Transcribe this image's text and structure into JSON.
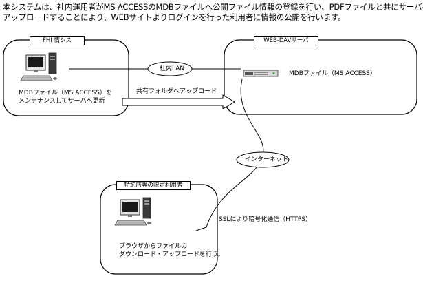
{
  "intro": {
    "line1": "本システムは、社内運用者がMS ACCESSのMDBファイルへ公開ファイル情報の登録を行い、PDFファイルと共にサーバへ",
    "line2": "アップロードすることにより、WEBサイトよりログインを行った利用者に情報の公開を行います。"
  },
  "fhi": {
    "title": "FHI 情シス",
    "desc_line1": "MDBファイル（MS ACCESS）を",
    "desc_line2": "メンテナンスしてサーバへ更新"
  },
  "server": {
    "title": "WEB-DAVサーバ",
    "mdb_label": "MDBファイル（MS ACCESS）"
  },
  "lan": {
    "label": "社内LAN"
  },
  "upload": {
    "label": "共有フォルダへアップロード"
  },
  "internet": {
    "label": "インターネット"
  },
  "partner": {
    "title": "特約店等の限定利用者",
    "desc_line1": "ブラウザからファイルの",
    "desc_line2": "ダウンロード・アップロードを行う。"
  },
  "ssl": {
    "label": "SSLにより暗号化通信（HTTPS）"
  }
}
